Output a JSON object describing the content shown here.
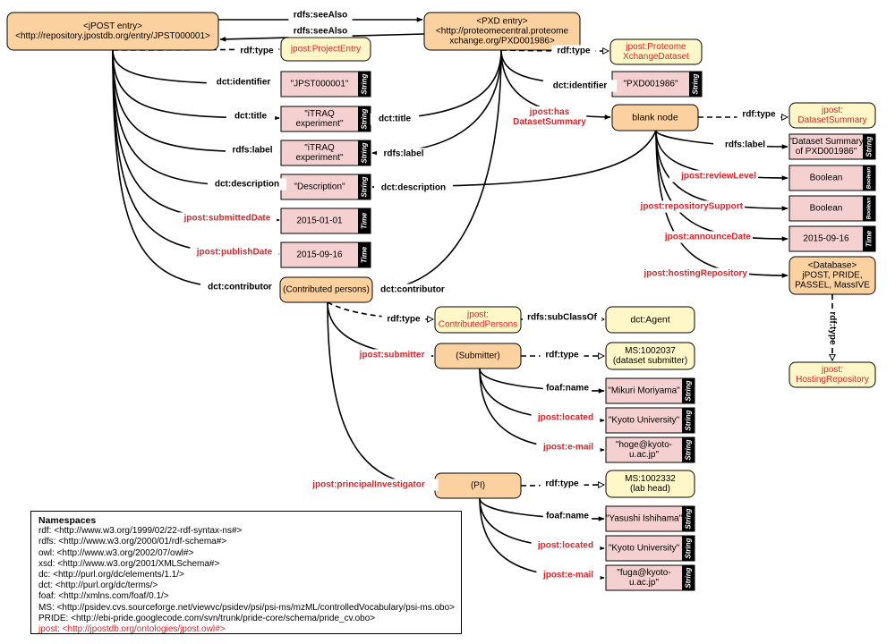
{
  "colors": {
    "node_orange": "#fcd1a0",
    "node_yellow": "#fff7c7",
    "literal_pink": "#f4d0d0",
    "red_text": "#d8262c",
    "black": "#000000"
  },
  "nodes": {
    "jpost_entry": [
      "<jPOST entry>",
      "<http://repository.jpostdb.org/entry/JPST000001>"
    ],
    "pxd_entry": [
      "<PXD entry>",
      "<http://proteomecentral.proteome",
      "xchange.org/PXD001986>"
    ],
    "project_entry": [
      "jpost:ProjectEntry"
    ],
    "proteome_dataset": [
      "jpost:Proteome",
      "XchangeDataset"
    ],
    "blank_node": [
      "blank node"
    ],
    "dataset_summary": [
      "jpost:",
      "DatasetSummary"
    ],
    "contributed_persons": [
      "(Contributed persons)"
    ],
    "contributed_persons_class": [
      "jpost:",
      "ContributedPersons"
    ],
    "dct_agent": [
      "dct:Agent"
    ],
    "submitter": [
      "(Submitter)"
    ],
    "ms_submitter": [
      "MS:1002037",
      "(dataset submitter)"
    ],
    "pi": [
      "(PI)"
    ],
    "ms_labhead": [
      "MS:1002332",
      "(lab head)"
    ],
    "database": [
      "<Database>",
      "jPOST, PRIDE,",
      "PASSEL, MassIVE"
    ],
    "hosting_repository": [
      "jpost:",
      "HostingRepository"
    ]
  },
  "literals": {
    "identifier": {
      "lines": [
        "\"JPST000001\""
      ],
      "type": "String"
    },
    "title": {
      "lines": [
        "\"iTRAQ",
        "experiment\""
      ],
      "type": "String"
    },
    "label": {
      "lines": [
        "\"iTRAQ",
        "experiment\""
      ],
      "type": "String"
    },
    "description": {
      "lines": [
        "\"Description\""
      ],
      "type": "String"
    },
    "submitted_date": {
      "lines": [
        "2015-01-01"
      ],
      "type": "Time"
    },
    "publish_date": {
      "lines": [
        "2015-09-16"
      ],
      "type": "Time"
    },
    "pxd_identifier": {
      "lines": [
        "\"PXD001986\""
      ],
      "type": "String"
    },
    "summary_label": {
      "lines": [
        "\"Dataset Summary",
        "of PXD001986\""
      ],
      "type": "String"
    },
    "review_level": {
      "lines": [
        "Boolean"
      ],
      "type": "Boolean"
    },
    "repository_support": {
      "lines": [
        "Boolean"
      ],
      "type": "Boolean"
    },
    "announce_date": {
      "lines": [
        "2015-09-16"
      ],
      "type": "Time"
    },
    "submitter_name": {
      "lines": [
        "\"Mikuri Moriyama\""
      ],
      "type": "String"
    },
    "submitter_located": {
      "lines": [
        "\"Kyoto University\""
      ],
      "type": "String"
    },
    "submitter_email": {
      "lines": [
        "\"hoge@kyoto-",
        "u.ac.jp\""
      ],
      "type": "String"
    },
    "pi_name": {
      "lines": [
        "\"Yasushi Ishihama\""
      ],
      "type": "String"
    },
    "pi_located": {
      "lines": [
        "\"Kyoto University\""
      ],
      "type": "String"
    },
    "pi_email": {
      "lines": [
        "\"fuga@kyoto-",
        "u.ac.jp\""
      ],
      "type": "String"
    }
  },
  "edges": {
    "see_also_1": "rdfs:seeAlso",
    "see_also_2": "rdfs:seeAlso",
    "entry_type": "rdf:type",
    "entry_identifier": "dct:identifier",
    "entry_title": "dct:title",
    "entry_label": "rdfs:label",
    "entry_description": "dct:description",
    "entry_submitted": "jpost:submittedDate",
    "entry_publish": "jpost:publishDate",
    "entry_contributor": "dct:contributor",
    "pxd_type": "rdf:type",
    "pxd_identifier": "dct:identifier",
    "pxd_summary": [
      "jpost:has",
      "DatasetSummary"
    ],
    "pxd_title": "dct:title",
    "pxd_label": "rdfs:label",
    "pxd_description": "dct:description",
    "pxd_contributor": "dct:contributor",
    "blank_type": "rdf:type",
    "blank_label": "rdfs:label",
    "blank_review": "jpost:reviewLevel",
    "blank_support": "jpost:repositorySupport",
    "blank_announce": "jpost:announceDate",
    "blank_hosting": "jpost:hostingRepository",
    "db_type": "rdf:type",
    "persons_type": "rdf:type",
    "subclass_of": "rdfs:subClassOf",
    "persons_submitter": "jpost:submitter",
    "persons_pi": "jpost:principalInvestigator",
    "submitter_type": "rdf:type",
    "submitter_name": "foaf:name",
    "submitter_located": "jpost:located",
    "submitter_email": "jpost:e-mail",
    "pi_type": "rdf:type",
    "pi_name": "foaf:name",
    "pi_located": "jpost:located",
    "pi_email": "jpost:e-mail"
  },
  "namespaces": {
    "title": "Namespaces",
    "lines": [
      "rdf: <http://www.w3.org/1999/02/22-rdf-syntax-ns#>",
      "rdfs: <http://www.w3.org/2000/01/rdf-schema#>",
      "owl: <http://www.w3.org/2002/07/owl#>",
      "xsd: <http://www.w3.org/2001/XMLSchema#>",
      "dc: <http://purl.org/dc/elements/1.1/>",
      "dct: <http://purl.org/dc/terms/>",
      "foaf: <http://xmlns.com/foaf/0.1/>",
      "MS: <http://psidev.cvs.sourceforge.net/viewvc/psidev/psi/psi-ms/mzML/controlledVocabulary/psi-ms.obo>",
      "PRIDE: <http://ebi-pride.googlecode.com/svn/trunk/pride-core/schema/pride_cv.obo>"
    ],
    "jpost_line": "jpost: <http://jpostdb.org/ontologies/jpost.owl#>"
  }
}
